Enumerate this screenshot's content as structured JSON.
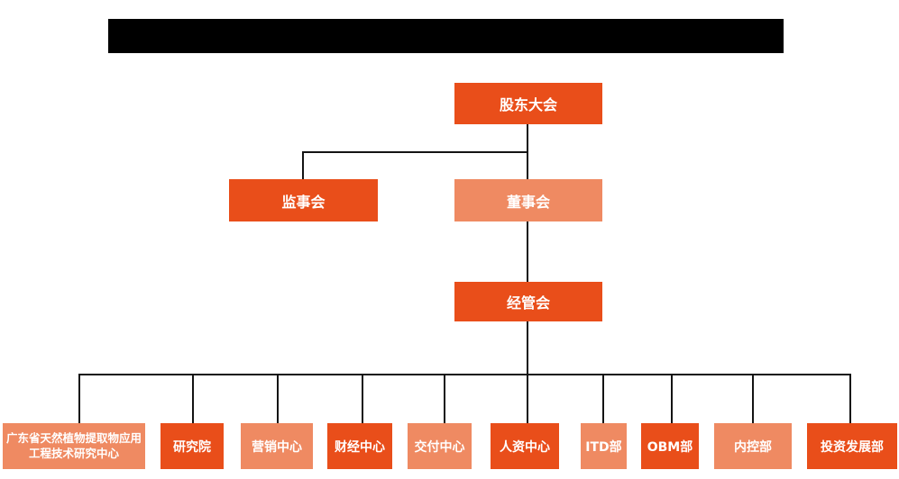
{
  "title_bar": {
    "text": "",
    "note": "solid black redacted title banner",
    "color": "#000000"
  },
  "colors": {
    "dark_orange": "#e94e1a",
    "light_orange": "#ef8a62",
    "connector_line": "#141414",
    "box_text": "#ffffff",
    "background": "#ffffff"
  },
  "org_chart": {
    "type": "organization-chart",
    "level1": [
      {
        "label": "股东大会",
        "variant": "dark"
      }
    ],
    "level2": [
      {
        "label": "监事会",
        "variant": "dark"
      },
      {
        "label": "董事会",
        "variant": "light"
      }
    ],
    "level3": [
      {
        "label": "经管会",
        "variant": "dark"
      }
    ],
    "level4": [
      {
        "label": "广东省天然植物提取物应用工程技术研究中心",
        "variant": "light"
      },
      {
        "label": "研究院",
        "variant": "dark"
      },
      {
        "label": "营销中心",
        "variant": "light"
      },
      {
        "label": "财经中心",
        "variant": "dark"
      },
      {
        "label": "交付中心",
        "variant": "light"
      },
      {
        "label": "人资中心",
        "variant": "dark"
      },
      {
        "label": "ITD部",
        "variant": "light"
      },
      {
        "label": "OBM部",
        "variant": "dark"
      },
      {
        "label": "内控部",
        "variant": "light"
      },
      {
        "label": "投资发展部",
        "variant": "dark"
      }
    ],
    "hierarchy_note": "股东大会 > (监事会, 董事会); 董事会 > 经管会; 经管会 > 10 departments"
  }
}
